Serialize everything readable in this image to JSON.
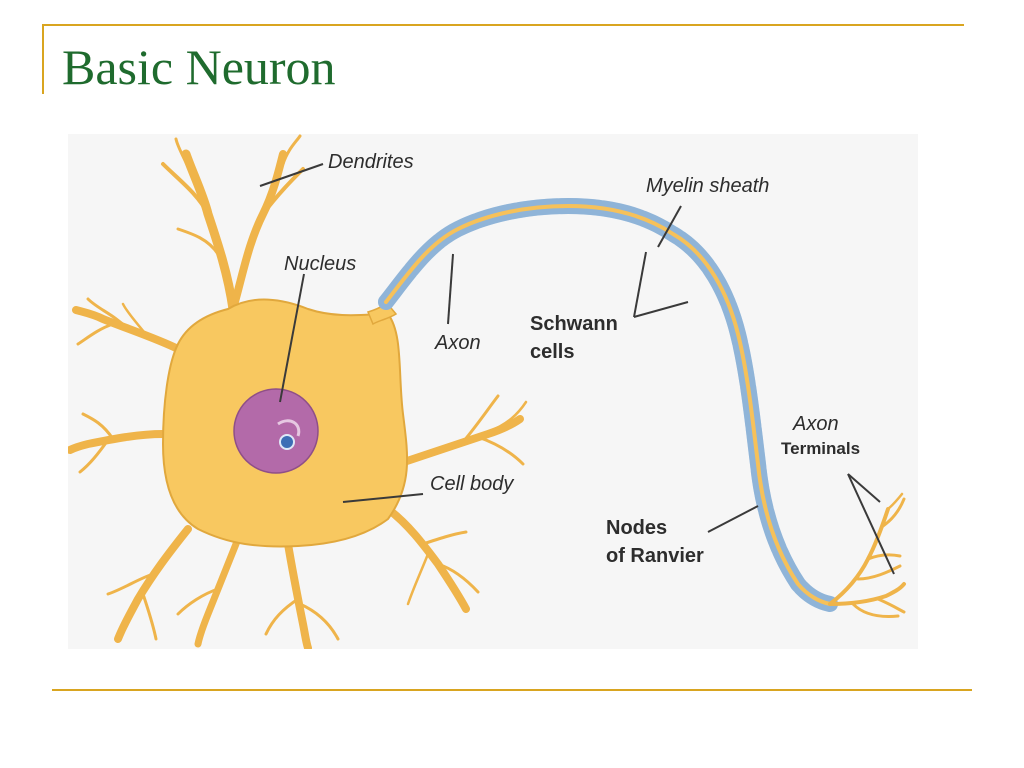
{
  "slide": {
    "title": "Basic Neuron"
  },
  "diagram": {
    "labels": {
      "dendrites": "Dendrites",
      "nucleus": "Nucleus",
      "axon": "Axon",
      "myelin_sheath": "Myelin sheath",
      "schwann_line1": "Schwann",
      "schwann_line2": "cells",
      "cell_body": "Cell body",
      "axon_terminals_line1": "Axon",
      "axon_terminals_line2": "Terminals",
      "nodes_line1": "Nodes",
      "nodes_line2": "of Ranvier"
    },
    "colors": {
      "cell_fill": "#f8c860",
      "cell_stroke": "#e1a83d",
      "nucleus_fill": "#b36aa9",
      "nucleolus_fill": "#3d6db5",
      "myelin_fill": "#a9c8e6",
      "myelin_stroke": "#7fa6cf",
      "axon_core": "#f6c15a",
      "background": "#f6f6f6"
    }
  }
}
